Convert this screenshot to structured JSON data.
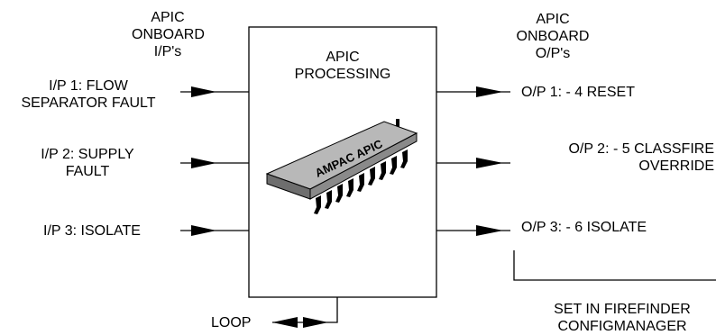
{
  "inputs_header": [
    "APIC",
    "ONBOARD",
    "I/P's"
  ],
  "outputs_header": [
    "APIC",
    "ONBOARD",
    "O/P's"
  ],
  "processing": [
    "APIC",
    "PROCESSING"
  ],
  "chip_label": "AMPAC APIC",
  "inputs": [
    {
      "lines": [
        "I/P 1: FLOW",
        "SEPARATOR FAULT"
      ]
    },
    {
      "lines": [
        "I/P 2: SUPPLY",
        "FAULT"
      ]
    },
    {
      "lines": [
        "I/P 3: ISOLATE"
      ]
    }
  ],
  "outputs": [
    {
      "lines": [
        "O/P 1: - 4 RESET"
      ]
    },
    {
      "lines": [
        "O/P 2: - 5 CLASSFIRE",
        "OVERRIDE"
      ]
    },
    {
      "lines": [
        "O/P 3: - 6 ISOLATE"
      ]
    }
  ],
  "loop_label": "LOOP",
  "note": [
    "SET IN FIREFINDER",
    "CONFIGMANAGER"
  ]
}
